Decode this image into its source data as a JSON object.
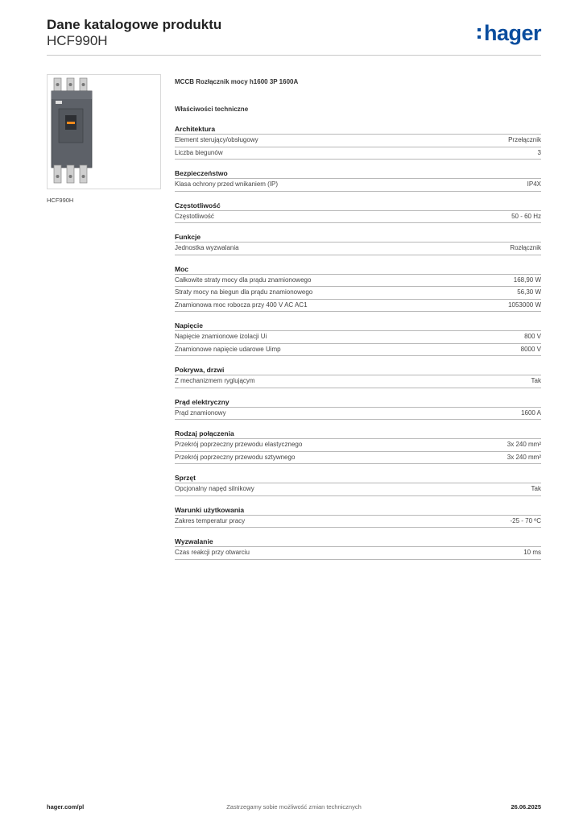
{
  "header": {
    "title": "Dane katalogowe produktu",
    "subtitle": "HCF990H",
    "logo_text": "hager",
    "brand_color": "#0a4d9e"
  },
  "product": {
    "image_caption": "HCF990H",
    "name": "MCCB Rozłącznik mocy h1600 3P 1600A",
    "properties_title": "Właściwości techniczne"
  },
  "sections": [
    {
      "title": "Architektura",
      "rows": [
        {
          "label": "Element sterujący/obsługowy",
          "value": "Przełącznik"
        },
        {
          "label": "Liczba biegunów",
          "value": "3"
        }
      ]
    },
    {
      "title": "Bezpieczeństwo",
      "rows": [
        {
          "label": "Klasa ochrony przed wnikaniem (IP)",
          "value": "IP4X"
        }
      ]
    },
    {
      "title": "Częstotliwość",
      "rows": [
        {
          "label": "Częstotliwość",
          "value": "50 - 60 Hz"
        }
      ]
    },
    {
      "title": "Funkcje",
      "rows": [
        {
          "label": "Jednostka wyzwalania",
          "value": "Rozłącznik"
        }
      ]
    },
    {
      "title": "Moc",
      "rows": [
        {
          "label": "Całkowite straty mocy dla prądu znamionowego",
          "value": "168,90 W"
        },
        {
          "label": "Straty mocy na biegun dla prądu znamionowego",
          "value": "56,30 W"
        },
        {
          "label": "Znamionowa moc robocza przy 400 V AC AC1",
          "value": "1053000 W"
        }
      ]
    },
    {
      "title": "Napięcie",
      "rows": [
        {
          "label": "Napięcie znamionowe izolacji Ui",
          "value": "800 V"
        },
        {
          "label": "Znamionowe napięcie udarowe Uimp",
          "value": "8000 V"
        }
      ]
    },
    {
      "title": "Pokrywa, drzwi",
      "rows": [
        {
          "label": "Z mechanizmem ryglującym",
          "value": "Tak"
        }
      ]
    },
    {
      "title": "Prąd elektryczny",
      "rows": [
        {
          "label": "Prąd znamionowy",
          "value": "1600 A"
        }
      ]
    },
    {
      "title": "Rodzaj połączenia",
      "rows": [
        {
          "label": "Przekrój poprzeczny przewodu elastycznego",
          "value": "3x 240 mm²"
        },
        {
          "label": "Przekrój poprzeczny przewodu sztywnego",
          "value": "3x 240 mm²"
        }
      ]
    },
    {
      "title": "Sprzęt",
      "rows": [
        {
          "label": "Opcjonalny napęd silnikowy",
          "value": "Tak"
        }
      ]
    },
    {
      "title": "Warunki użytkowania",
      "rows": [
        {
          "label": "Zakres temperatur pracy",
          "value": "-25 - 70 ºC"
        }
      ]
    },
    {
      "title": "Wyzwalanie",
      "rows": [
        {
          "label": "Czas reakcji przy otwarciu",
          "value": "10 ms"
        }
      ]
    }
  ],
  "footer": {
    "website": "hager.com/pl",
    "disclaimer": "Zastrzegamy sobie możliwość zmian technicznych",
    "date": "26.06.2025"
  }
}
